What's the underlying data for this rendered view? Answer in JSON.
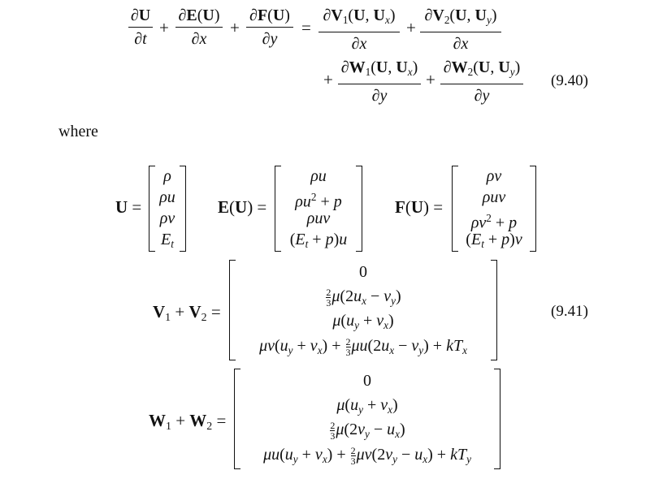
{
  "equation_940": {
    "d_U": "∂U",
    "d_t": "∂t",
    "d_EU": "∂E(U)",
    "d_x1": "∂x",
    "d_FU": "∂F(U)",
    "d_y1": "∂y",
    "d_V1": "∂V1(U, Ux)",
    "d_x2": "∂x",
    "d_V2": "∂V2(U, Uy)",
    "d_x3": "∂x",
    "d_W1": "∂W1(U, Ux)",
    "d_y2": "∂y",
    "d_W2": "∂W2(U, Uy)",
    "d_y3": "∂y",
    "number": "(9.40)"
  },
  "where_label": "where",
  "vectors": {
    "U_label": "U =",
    "U_entries": [
      "ρ",
      "ρu",
      "ρv",
      "Et"
    ],
    "E_label": "E(U) =",
    "E_entries": [
      "ρu",
      "ρu² + p",
      "ρuv",
      "(Et + p)u"
    ],
    "F_label": "F(U) =",
    "F_entries": [
      "ρv",
      "ρuv",
      "ρv² + p",
      "(Et + p)v"
    ]
  },
  "viscous_V": {
    "label": "V1 + V2 =",
    "entries": [
      "0",
      "⅔μ(2ux − vy)",
      "μ(uy + vx)",
      "μv(uy + vx) + ⅔μu(2ux − vy) + kTx"
    ],
    "number": "(9.41)"
  },
  "viscous_W": {
    "label": "W1 + W2 =",
    "entries": [
      "0",
      "μ(uy + vx)",
      "⅔μ(2vy − ux)",
      "μu(uy + vx) + ⅔μv(2vy − ux) + kTy"
    ]
  }
}
